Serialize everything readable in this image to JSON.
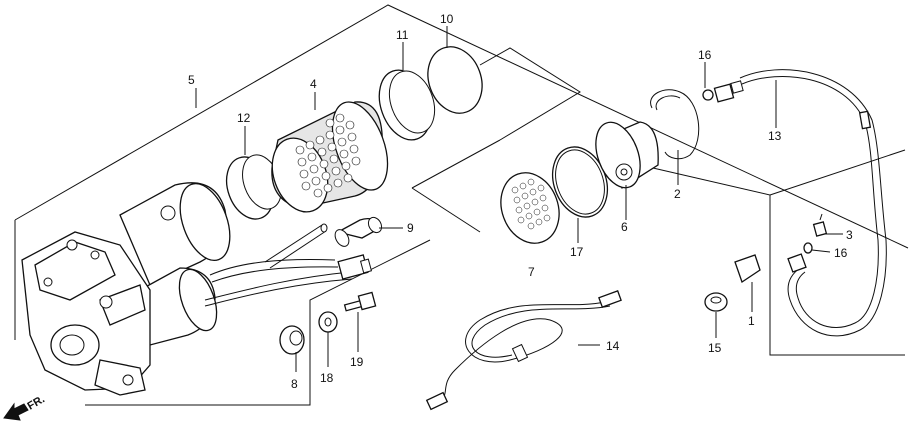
{
  "diagram": {
    "direction_label": "FR.",
    "callouts": {
      "c1": "1",
      "c2": "2",
      "c3": "3",
      "c4": "4",
      "c5": "5",
      "c6": "6",
      "c7": "7",
      "c8": "8",
      "c9": "9",
      "c10": "10",
      "c11": "11",
      "c12": "12",
      "c13": "13",
      "c14": "14",
      "c15": "15",
      "c16a": "16",
      "c16b": "16",
      "c17": "17",
      "c18": "18",
      "c19": "19"
    }
  }
}
